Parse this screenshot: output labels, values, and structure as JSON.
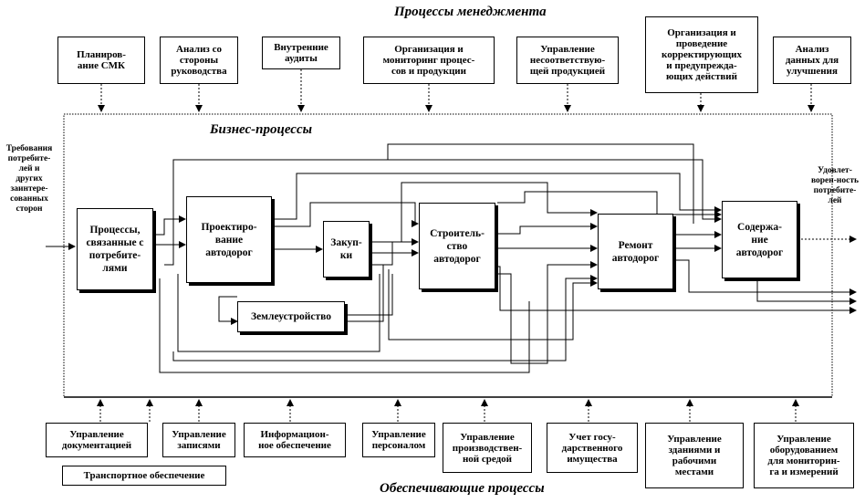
{
  "titles": {
    "management": "Процессы менеджмента",
    "business": "Бизнес-процессы",
    "support": "Обеспечивающие процессы"
  },
  "management": [
    "Планиров-\nание СМК",
    "Анализ со\nстороны\nруководства",
    "Внутренние\nаудиты",
    "Организация и\nмониторинг процес-\nсов и продукции",
    "Управление\nнесоответствую-\nщей продукцией",
    "Организация и\nпроведение\nкорректирующих\nи предупрежда-\nющих действий",
    "Анализ\nданных для\nулучшения"
  ],
  "business": {
    "customer": "Процессы,\nсвязанные с\nпотребите-\nлями",
    "design": "Проектиро-\nвание\nавтодорог",
    "purchase": "Закуп-\nки",
    "construction": "Строитель-\nство\nавтодорог",
    "repair": "Ремонт\nавтодорог",
    "maintenance": "Содержа-\nние\nавтодорог",
    "land": "Землеустройство"
  },
  "inputs": {
    "left": "Требования\nпотребите-\nлей и\nдругих\nзаинтере-\nсованных\nсторон",
    "right": "Удовлет-\nворен-ность\nпотребите-\nлей"
  },
  "support": [
    "Управление\nдокументацией",
    "Управление\nзаписями",
    "Информацион-\nное обеспечение",
    "Управление\nперсоналом",
    "Управление\nпроизводствен-\nной средой",
    "Учет госу-\nдарственного\nимущества",
    "Управление\nзданиями и\nрабочими\nместами",
    "Управление\nоборудованием\nдля мониторин-\nга и измерений"
  ],
  "transport": "Транспортное обеспечение"
}
